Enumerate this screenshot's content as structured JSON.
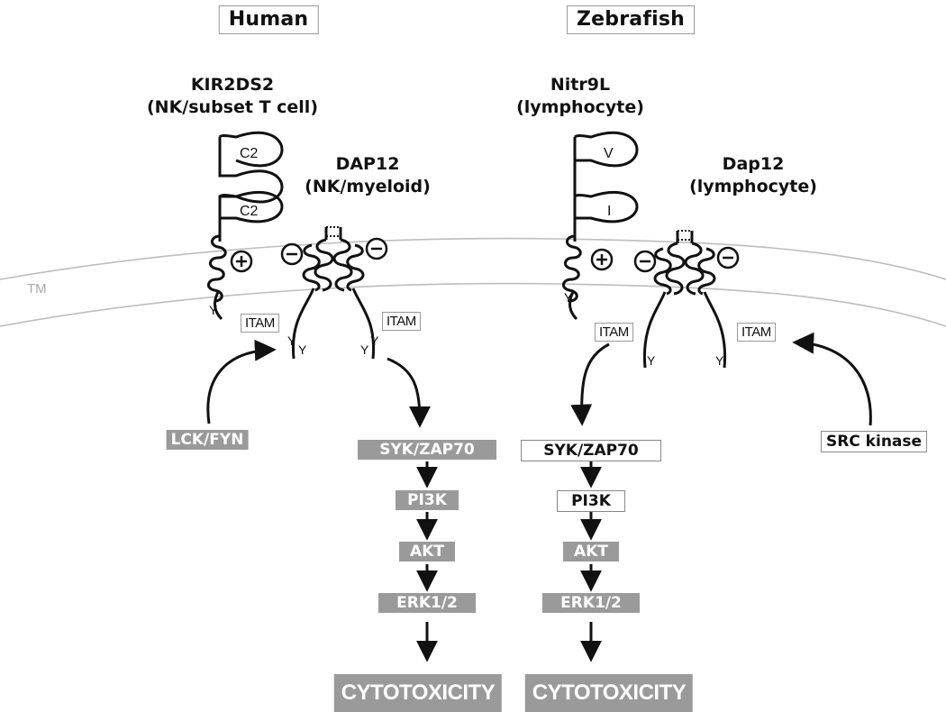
{
  "species": {
    "left": "Human",
    "right": "Zebrafish"
  },
  "membrane_label": "TM",
  "human": {
    "receptor_name": "KIR2DS2",
    "receptor_expr": "(NK/subset T cell)",
    "domains": [
      "C2",
      "C2"
    ],
    "adaptor_name": "DAP12",
    "adaptor_expr": "(NK/myeloid)",
    "itam": "ITAM",
    "tyr": "Y",
    "kinase": "LCK/FYN",
    "pathway": [
      "SYK/ZAP70",
      "PI3K",
      "AKT",
      "ERK1/2"
    ],
    "outcome": "CYTOTOXICITY"
  },
  "zebrafish": {
    "receptor_name": "Nitr9L",
    "receptor_expr": "(lymphocyte)",
    "domains": [
      "V",
      "I"
    ],
    "adaptor_name": "Dap12",
    "adaptor_expr": "(lymphocyte)",
    "itam": "ITAM",
    "tyr": "Y",
    "kinase": "SRC kinase",
    "pathway": [
      "SYK/ZAP70",
      "PI3K",
      "AKT",
      "ERK1/2"
    ],
    "outcome": "CYTOTOXICITY"
  },
  "charges": {
    "positive": "+",
    "negative": "−"
  }
}
